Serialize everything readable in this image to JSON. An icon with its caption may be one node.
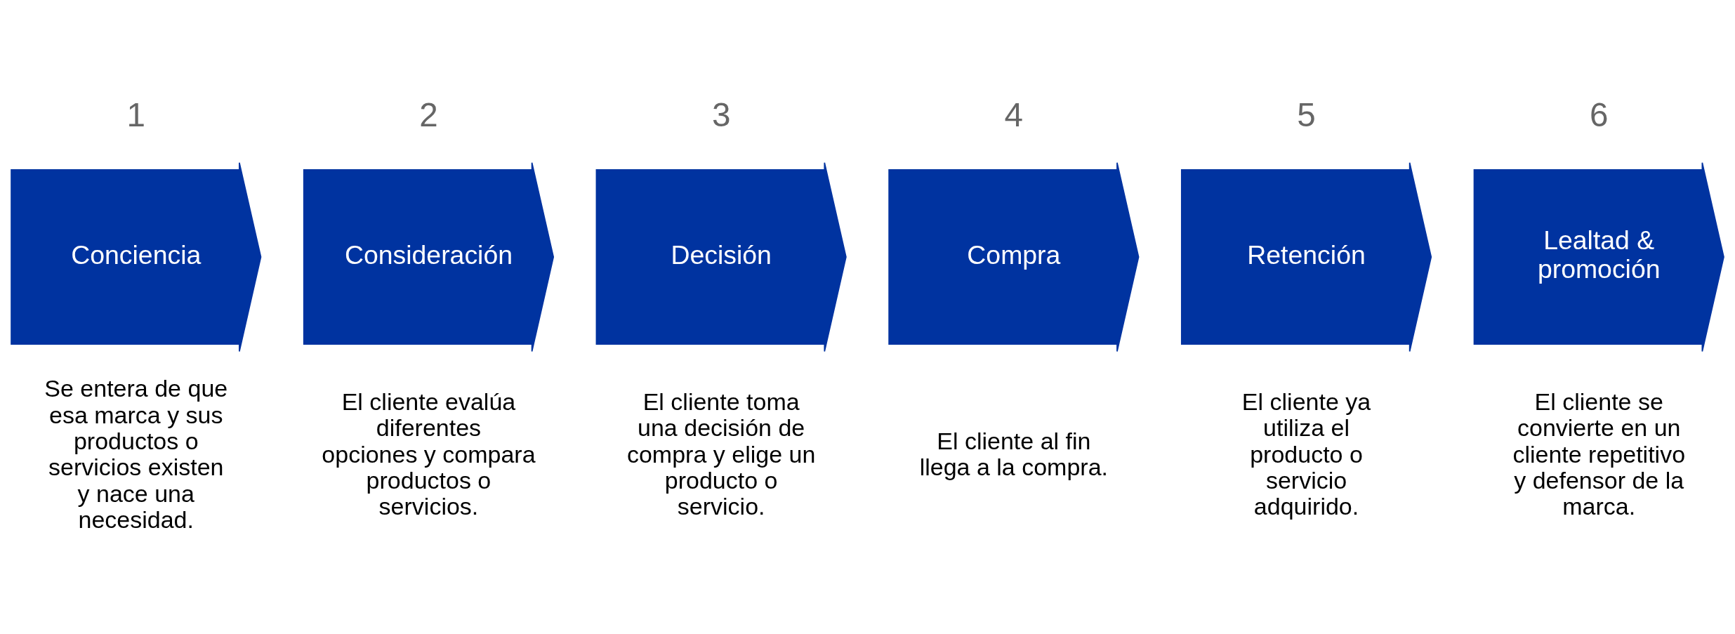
{
  "diagram": {
    "nodes": [
      {
        "text": [
          "Conciencia"
        ],
        "beside": [
          "1",
          "Se entera de que esa marca y sus productos o servicios existen y nace una necesidad."
        ]
      },
      {
        "text": [
          "Consideración"
        ],
        "beside": [
          "2",
          "El cliente evalúa diferentes opciones y compara productos o servicios."
        ]
      },
      {
        "text": [
          "Decisión"
        ],
        "beside": [
          "3",
          "El cliente toma una decisión de compra y elige un producto o servicio."
        ]
      },
      {
        "text": [
          "Compra"
        ],
        "beside": [
          "4",
          "El cliente al fin llega a la compra."
        ]
      },
      {
        "text": [
          "Retención"
        ],
        "beside": [
          "5",
          "El cliente ya utiliza el producto o servicio adquirido."
        ]
      },
      {
        "text": [
          "Lealtad & promoción"
        ],
        "beside": [
          "6",
          "El cliente se convierte en un cliente repetitivo y defensor de la marca."
        ]
      }
    ]
  }
}
